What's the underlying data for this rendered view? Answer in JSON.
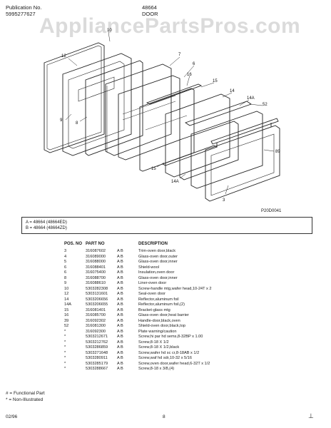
{
  "header": {
    "pub_label": "Publication No.",
    "pub_number": "5995277627",
    "model": "48664",
    "section": "DOOR"
  },
  "watermark": "AppliancePartsPros.com",
  "diagram": {
    "code": "P20D0041",
    "callouts": [
      "10",
      "12",
      "7",
      "6",
      "16",
      "15",
      "8",
      "14",
      "14A",
      "52",
      "9",
      "89",
      "15",
      "14A",
      "3"
    ]
  },
  "legend": {
    "a": "A  =  48664 (48664ED)",
    "b": "B  =  48664 (48664ZD)"
  },
  "table": {
    "headers": {
      "pos": "POS. NO",
      "part": "PART NO",
      "desc": "DESCRIPTION"
    },
    "rows": [
      {
        "pos": "3",
        "part": "316087602",
        "mod": "A  B",
        "desc": "Trim-oven door,black"
      },
      {
        "pos": "4",
        "part": "316089000",
        "mod": "A  B",
        "desc": "Glass-oven door,outer"
      },
      {
        "pos": "5",
        "part": "316088000",
        "mod": "A  B",
        "desc": "Glass-oven door,inner"
      },
      {
        "pos": "6",
        "part": "316088401",
        "mod": "A  B",
        "desc": "Shield-wool"
      },
      {
        "pos": "6",
        "part": "316075400",
        "mod": "A  B",
        "desc": "Insulation,oven door"
      },
      {
        "pos": "8",
        "part": "316088700",
        "mod": "A  B",
        "desc": "Glass-oven door,inner"
      },
      {
        "pos": "9",
        "part": "316088610",
        "mod": "A  B",
        "desc": "Liner-oven door"
      },
      {
        "pos": "10",
        "part": "5303282308",
        "mod": "A  B",
        "desc": "Screw-handle mtg,wafer head,10-24T x 2"
      },
      {
        "pos": "12",
        "part": "5303131601",
        "mod": "A  B",
        "desc": "Seal-oven door"
      },
      {
        "pos": "14",
        "part": "5303206656",
        "mod": "A  B",
        "desc": "Reflector,aluminum foil"
      },
      {
        "pos": "14A",
        "part": "5303206655",
        "mod": "A  B",
        "desc": "Reflector,aluminum foil,(2)"
      },
      {
        "pos": "15",
        "part": "316081401",
        "mod": "A  B",
        "desc": "Bracket-glass mtg"
      },
      {
        "pos": "16",
        "part": "316085700",
        "mod": "A  B",
        "desc": "Glass-oven door,heat barrier"
      },
      {
        "pos": "39",
        "part": "316092302",
        "mod": "A  B",
        "desc": "Handle-door,black,oven"
      },
      {
        "pos": "52",
        "part": "316081300",
        "mod": "A  B",
        "desc": "Shield-oven door,black,top"
      },
      {
        "pos": "*",
        "part": "316092300",
        "mod": "A  B",
        "desc": "Plate warning/caution"
      },
      {
        "pos": "*",
        "part": "5303212671",
        "mod": "A  B",
        "desc": "Screw,hi par hd sems,8-32BP x 1.00"
      },
      {
        "pos": "*",
        "part": "5303212762",
        "mod": "A  B",
        "desc": "Screw,8-18 X 1/2"
      },
      {
        "pos": "*",
        "part": "5303286859",
        "mod": "A  B",
        "desc": "Screw,8-18 X 1/2,black"
      },
      {
        "pos": "*",
        "part": "5303271648",
        "mod": "A  B",
        "desc": "Screw,wafer hd sc cr,8-18AB x 1/2"
      },
      {
        "pos": "*",
        "part": "5303280911",
        "mod": "A  B",
        "desc": "Screw,waf hd sdr,10-32 x 5/16"
      },
      {
        "pos": "*",
        "part": "5303285179",
        "mod": "A  B",
        "desc": "Screw,oven door,wafer head,6-32T x 1/2"
      },
      {
        "pos": "*",
        "part": "5303288667",
        "mod": "A  B",
        "desc": "Screw,8-18 x 3/8,(4)"
      }
    ]
  },
  "footer": {
    "note1": "# = Functional Part",
    "note2": "* = Non-Illustrated",
    "date": "02/96",
    "page": "8",
    "mark": "⊥"
  }
}
